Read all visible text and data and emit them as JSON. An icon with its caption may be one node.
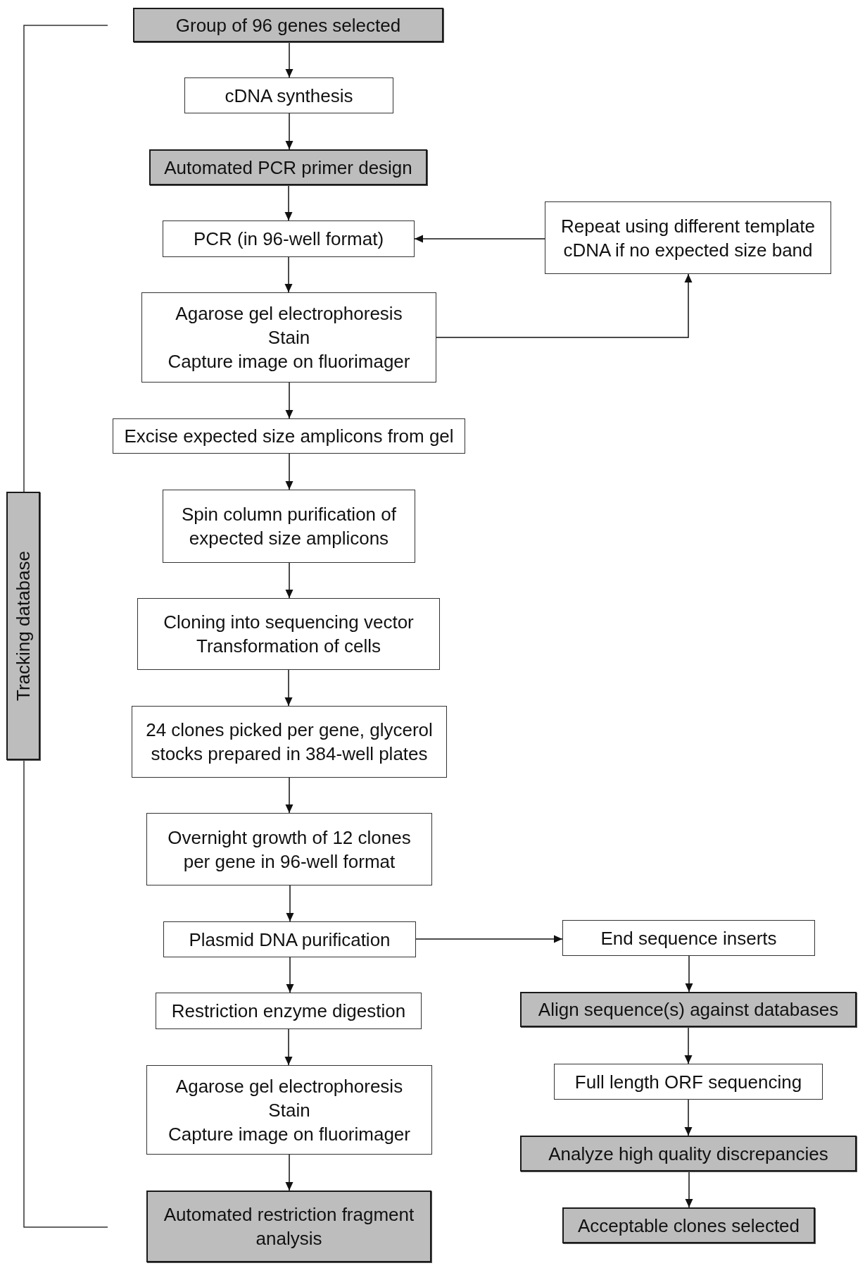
{
  "diagram": {
    "nodes": [
      {
        "text": [
          "Group of 96 genes selected"
        ]
      },
      {
        "text": [
          "cDNA synthesis"
        ]
      },
      {
        "text": [
          "Automated PCR primer design"
        ]
      },
      {
        "text": [
          "PCR (in 96-well format)"
        ]
      },
      {
        "text": [
          "Repeat using different template cDNA if no expected size band"
        ]
      },
      {
        "text": [
          "Agarose gel electrophoresis",
          "Stain",
          "Capture image on fluorimager"
        ]
      },
      {
        "text": [
          "Excise expected size amplicons from gel"
        ]
      },
      {
        "text": [
          "Spin column purification of expected size amplicons"
        ]
      },
      {
        "text": [
          "Cloning into sequencing vector",
          "Transformation of cells"
        ]
      },
      {
        "text": [
          "24 clones picked per gene, glycerol stocks prepared in 384-well plates"
        ]
      },
      {
        "text": [
          "Overnight growth of 12 clones per gene in 96-well format"
        ]
      },
      {
        "text": [
          "Plasmid DNA purification"
        ]
      },
      {
        "text": [
          "Restriction enzyme digestion"
        ]
      },
      {
        "text": [
          "Agarose gel electrophoresis",
          "Stain",
          "Capture image on fluorimager"
        ]
      },
      {
        "text": [
          "Automated restriction fragment analysis"
        ]
      },
      {
        "text": [
          "End sequence inserts"
        ]
      },
      {
        "text": [
          "Align sequence(s) against databases"
        ]
      },
      {
        "text": [
          "Full length ORF sequencing"
        ]
      },
      {
        "text": [
          "Analyze high quality discrepancies"
        ]
      },
      {
        "text": [
          "Acceptable clones selected"
        ]
      },
      {
        "text": [
          "Tracking database"
        ]
      }
    ],
    "edges": [
      {
        "from": 0,
        "to": 1,
        "arrow": "to"
      },
      {
        "from": 1,
        "to": 2,
        "arrow": "to"
      },
      {
        "from": 2,
        "to": 3,
        "arrow": "to"
      },
      {
        "from": 3,
        "to": 5,
        "arrow": "to"
      },
      {
        "from": 5,
        "to": 4,
        "arrow": "to"
      },
      {
        "from": 4,
        "to": 3,
        "arrow": "to"
      },
      {
        "from": 5,
        "to": 6,
        "arrow": "to"
      },
      {
        "from": 6,
        "to": 7,
        "arrow": "to"
      },
      {
        "from": 7,
        "to": 8,
        "arrow": "to"
      },
      {
        "from": 8,
        "to": 9,
        "arrow": "to"
      },
      {
        "from": 9,
        "to": 10,
        "arrow": "to"
      },
      {
        "from": 10,
        "to": 11,
        "arrow": "to"
      },
      {
        "from": 11,
        "to": 12,
        "arrow": "to"
      },
      {
        "from": 12,
        "to": 13,
        "arrow": "to"
      },
      {
        "from": 13,
        "to": 14,
        "arrow": "to"
      },
      {
        "from": 11,
        "to": 15,
        "arrow": "to"
      },
      {
        "from": 15,
        "to": 16,
        "arrow": "to"
      },
      {
        "from": 16,
        "to": 17,
        "arrow": "to"
      },
      {
        "from": 17,
        "to": 18,
        "arrow": "to"
      },
      {
        "from": 18,
        "to": 19,
        "arrow": "to"
      }
    ]
  }
}
